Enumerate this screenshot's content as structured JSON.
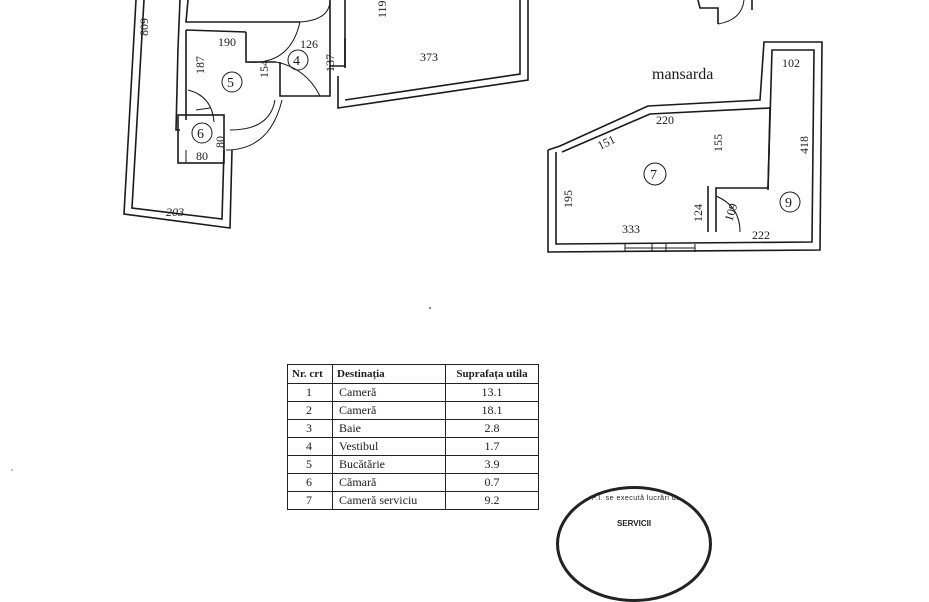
{
  "plan": {
    "floor_dims": {
      "d809": "809",
      "d190": "190",
      "d126": "126",
      "d119": "119",
      "d373": "373",
      "d187": "187",
      "d154": "154",
      "d137": "137",
      "d80a": "80",
      "d80b": "80",
      "d203": "203"
    },
    "floor_rooms": [
      "4",
      "5",
      "6"
    ],
    "mansarda_label": "mansarda",
    "mansarda_dims": {
      "d102": "102",
      "d220": "220",
      "d151": "151",
      "d155": "155",
      "d418": "418",
      "d195": "195",
      "d124": "124",
      "d109": "109",
      "d333": "333",
      "d222": "222"
    },
    "mansarda_rooms": [
      "7",
      "9"
    ]
  },
  "table": {
    "headers": {
      "nr": "Nr. crt",
      "destinatia": "Destinația",
      "suprafata": "Suprafața utila"
    },
    "rows": [
      {
        "nr": "1",
        "destinatia": "Cameră",
        "suprafata": "13.1"
      },
      {
        "nr": "2",
        "destinatia": "Cameră",
        "suprafata": "18.1"
      },
      {
        "nr": "3",
        "destinatia": "Baie",
        "suprafata": "2.8"
      },
      {
        "nr": "4",
        "destinatia": "Vestibul",
        "suprafata": "1.7"
      },
      {
        "nr": "5",
        "destinatia": "Bucătărie",
        "suprafata": "3.9"
      },
      {
        "nr": "6",
        "destinatia": "Cămară",
        "suprafata": "0.7"
      },
      {
        "nr": "7",
        "destinatia": "Cameră serviciu",
        "suprafata": "9.2"
      }
    ]
  },
  "stamp": {
    "ring_text": "S.C. P.I. se execută lucrări de c...",
    "core_text": "SERVICII"
  }
}
